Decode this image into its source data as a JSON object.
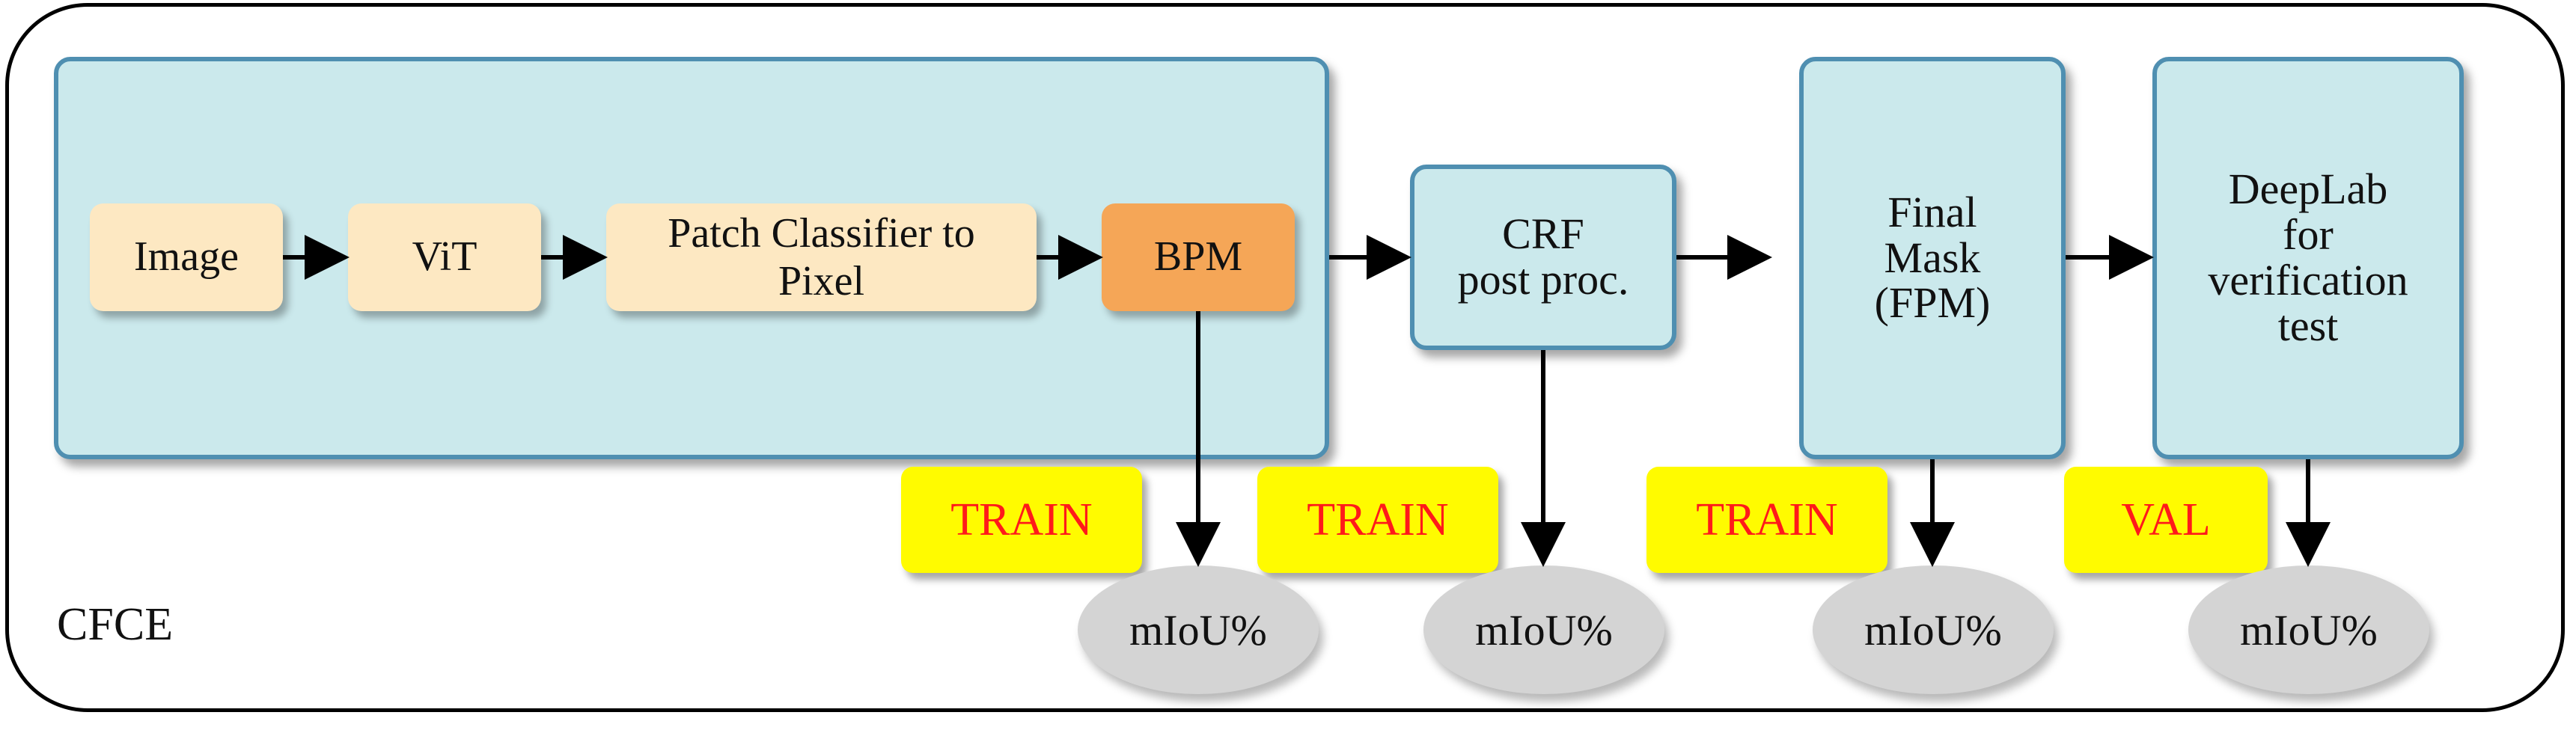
{
  "container": {
    "label": "CFCE"
  },
  "nodes": {
    "image": "Image",
    "vit": "ViT",
    "patch_classifier": "Patch Classifier to\nPixel",
    "bpm": "BPM"
  },
  "stages": {
    "crf": "CRF\npost proc.",
    "final_mask": "Final\nMask\n(FPM)",
    "deeplab": "DeepLab\nfor\nverification\ntest"
  },
  "tags": [
    "TRAIN",
    "TRAIN",
    "TRAIN",
    "VAL"
  ],
  "metrics": [
    "mIoU%",
    "mIoU%",
    "mIoU%",
    "mIoU%"
  ],
  "colors": {
    "panel_fill": "#cbe9ec",
    "panel_border": "#4f8fb1",
    "node_fill": "#fde8c2",
    "bpm_fill": "#f5a657",
    "tag_fill": "#fffb00",
    "tag_text": "#ff1a1a",
    "metric_fill": "#d4d4d4"
  }
}
